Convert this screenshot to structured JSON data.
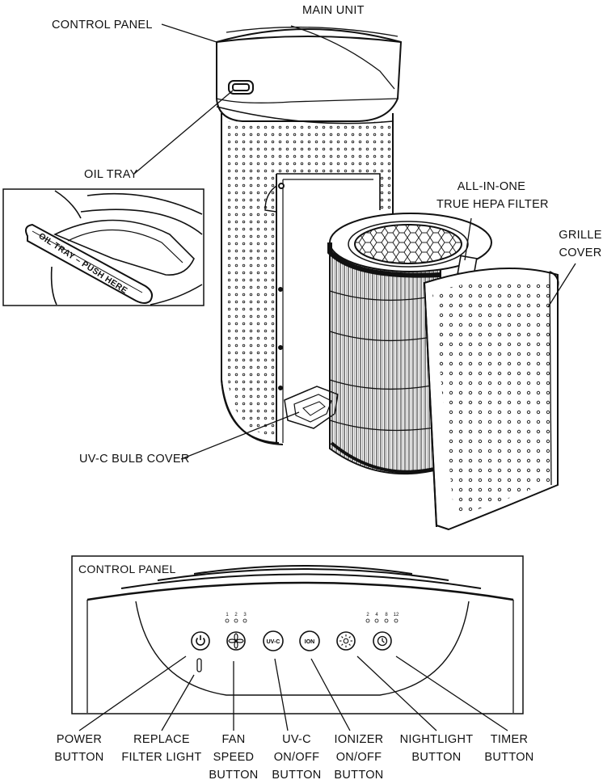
{
  "labels": {
    "main_unit": "MAIN UNIT",
    "control_panel": "CONTROL PANEL",
    "oil_tray": "OIL TRAY",
    "hepa_filter": [
      "ALL-IN-ONE",
      "TRUE HEPA FILTER"
    ],
    "grille_cover": [
      "GRILLE",
      "COVER"
    ],
    "uvc_bulb_cover": "UV-C BULB COVER",
    "inset_text": "OIL TRAY – PUSH HERE",
    "panel_title": "CONTROL PANEL"
  },
  "panel": {
    "fan_levels": [
      "1",
      "2",
      "3"
    ],
    "timer_levels": [
      "2",
      "4",
      "8",
      "12"
    ],
    "buttons": {
      "uvc": "UV-C",
      "ion": "ION"
    }
  },
  "callouts": {
    "power": [
      "POWER",
      "BUTTON"
    ],
    "replace_filter": [
      "REPLACE",
      "FILTER LIGHT"
    ],
    "fan_speed": [
      "FAN",
      "SPEED",
      "BUTTON"
    ],
    "uvc": [
      "UV-C",
      "ON/OFF",
      "BUTTON"
    ],
    "ionizer": [
      "IONIZER",
      "ON/OFF",
      "BUTTON"
    ],
    "nightlight": [
      "NIGHTLIGHT",
      "BUTTON"
    ],
    "timer": [
      "TIMER",
      "BUTTON"
    ]
  },
  "icons": [
    "power-icon",
    "fan-icon",
    "nightlight-icon",
    "timer-icon"
  ]
}
